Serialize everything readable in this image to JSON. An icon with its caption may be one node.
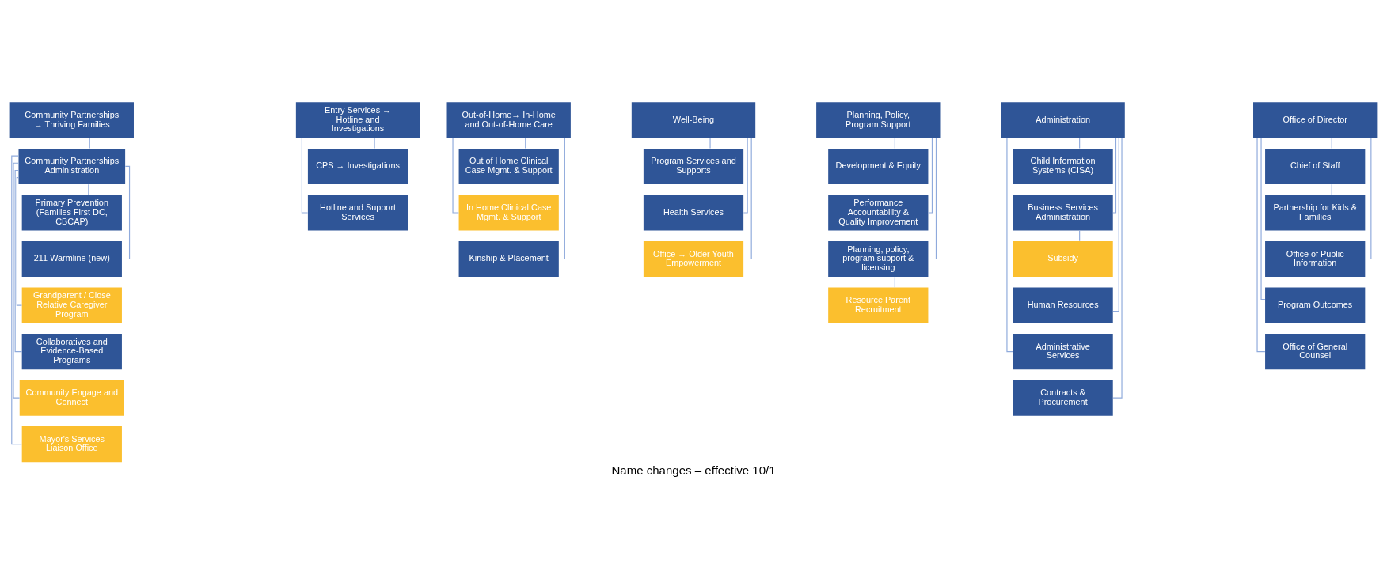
{
  "diagram": {
    "caption": "Name changes – effective 10/1",
    "nodes": [
      {
        "text": [
          "Community Partnerships → Thriving Families"
        ]
      },
      {
        "text": [
          "Community Partnerships Administration"
        ]
      },
      {
        "text": [
          "Primary Prevention (Families First DC, CBCAP)"
        ]
      },
      {
        "text": [
          "211 Warmline (new)"
        ]
      },
      {
        "text": [
          "Grandparent / Close Relative Caregiver Program"
        ]
      },
      {
        "text": [
          "Collaboratives and Evidence-Based Programs"
        ]
      },
      {
        "text": [
          "Community Engage and Connect"
        ]
      },
      {
        "text": [
          "Mayor's Services Liaison Office"
        ]
      },
      {
        "text": [
          "Entry Services → Hotline and Investigations"
        ]
      },
      {
        "text": [
          "CPS → Investigations"
        ]
      },
      {
        "text": [
          "Hotline and Support Services"
        ]
      },
      {
        "text": [
          "Out-of-Home→ In-Home and Out-of-Home Care"
        ]
      },
      {
        "text": [
          "Out of Home Clinical Case Mgmt. & Support"
        ]
      },
      {
        "text": [
          "In Home Clinical Case Mgmt. & Support"
        ]
      },
      {
        "text": [
          "Kinship & Placement"
        ]
      },
      {
        "text": [
          "Well-Being"
        ]
      },
      {
        "text": [
          "Program Services and Supports"
        ]
      },
      {
        "text": [
          "Health Services"
        ]
      },
      {
        "text": [
          "Office → Older Youth Empowerment"
        ]
      },
      {
        "text": [
          "Planning, Policy, Program Support"
        ]
      },
      {
        "text": [
          "Development & Equity"
        ]
      },
      {
        "text": [
          "Performance Accountability & Quality Improvement"
        ]
      },
      {
        "text": [
          "Planning, policy, program support & licensing"
        ]
      },
      {
        "text": [
          "Resource Parent Recruitment"
        ]
      },
      {
        "text": [
          "Administration"
        ]
      },
      {
        "text": [
          "Child Information Systems (CISA)"
        ]
      },
      {
        "text": [
          "Business Services Administration"
        ]
      },
      {
        "text": [
          "Subsidy"
        ]
      },
      {
        "text": [
          "Human Resources"
        ]
      },
      {
        "text": [
          "Administrative Services"
        ]
      },
      {
        "text": [
          "Contracts & Procurement"
        ]
      },
      {
        "text": [
          "Office of Director"
        ]
      },
      {
        "text": [
          "Chief of Staff"
        ]
      },
      {
        "text": [
          "Partnership for Kids & Families"
        ]
      },
      {
        "text": [
          "Office of Public Information"
        ]
      },
      {
        "text": [
          "Program Outcomes"
        ]
      },
      {
        "text": [
          "Office of General Counsel"
        ]
      }
    ],
    "edges": [
      {
        "from": 0,
        "to": 1,
        "arrow": "none"
      },
      {
        "from": 1,
        "to": 2,
        "arrow": "none"
      },
      {
        "from": 1,
        "to": 3,
        "arrow": "none"
      },
      {
        "from": 1,
        "to": 4,
        "arrow": "none"
      },
      {
        "from": 1,
        "to": 5,
        "arrow": "none"
      },
      {
        "from": 1,
        "to": 6,
        "arrow": "none"
      },
      {
        "from": 1,
        "to": 7,
        "arrow": "none"
      },
      {
        "from": 8,
        "to": 9,
        "arrow": "none"
      },
      {
        "from": 8,
        "to": 10,
        "arrow": "none"
      },
      {
        "from": 11,
        "to": 12,
        "arrow": "none"
      },
      {
        "from": 11,
        "to": 13,
        "arrow": "none"
      },
      {
        "from": 11,
        "to": 14,
        "arrow": "none"
      },
      {
        "from": 15,
        "to": 16,
        "arrow": "none"
      },
      {
        "from": 15,
        "to": 17,
        "arrow": "none"
      },
      {
        "from": 15,
        "to": 18,
        "arrow": "none"
      },
      {
        "from": 19,
        "to": 20,
        "arrow": "none"
      },
      {
        "from": 19,
        "to": 21,
        "arrow": "none"
      },
      {
        "from": 19,
        "to": 22,
        "arrow": "none"
      },
      {
        "from": 22,
        "to": 23,
        "arrow": "none"
      },
      {
        "from": 24,
        "to": 25,
        "arrow": "none"
      },
      {
        "from": 24,
        "to": 26,
        "arrow": "none"
      },
      {
        "from": 26,
        "to": 27,
        "arrow": "none"
      },
      {
        "from": 24,
        "to": 28,
        "arrow": "none"
      },
      {
        "from": 24,
        "to": 29,
        "arrow": "none"
      },
      {
        "from": 24,
        "to": 30,
        "arrow": "none"
      },
      {
        "from": 31,
        "to": 32,
        "arrow": "none"
      },
      {
        "from": 32,
        "to": 33,
        "arrow": "none"
      },
      {
        "from": 31,
        "to": 34,
        "arrow": "none"
      },
      {
        "from": 31,
        "to": 35,
        "arrow": "none"
      },
      {
        "from": 31,
        "to": 36,
        "arrow": "none"
      }
    ]
  }
}
